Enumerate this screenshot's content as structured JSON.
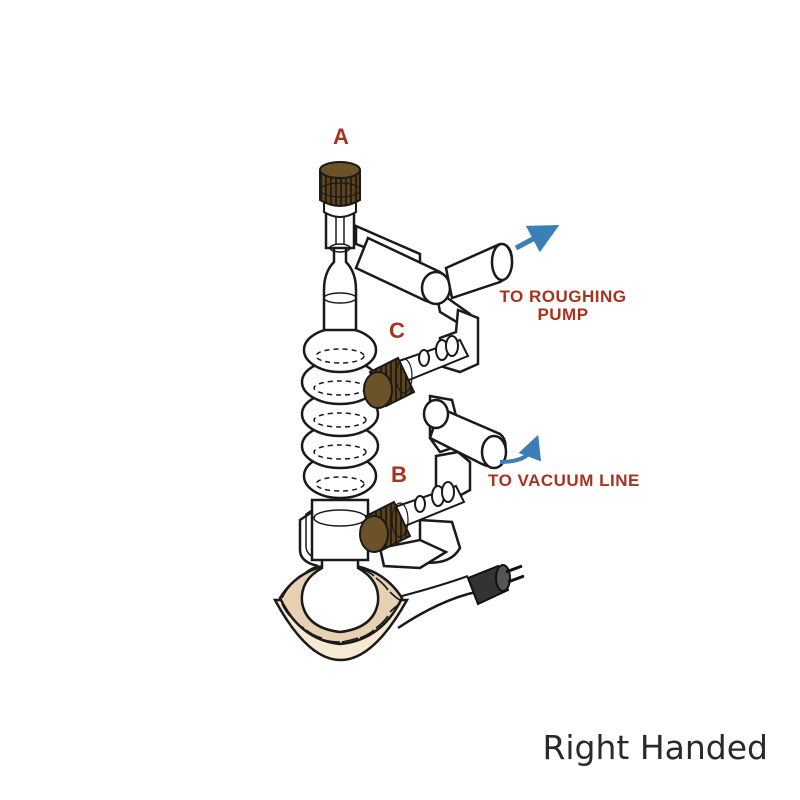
{
  "labels": {
    "a": "A",
    "b": "B",
    "c": "C",
    "roughing_line1": "TO ROUGHING",
    "roughing_line2": "PUMP",
    "vacuum": "TO VACUUM LINE"
  },
  "caption": "Right Handed",
  "colors": {
    "label": "#a8321e",
    "knob": "#5a4420",
    "arrow": "#3b7fb5",
    "mantle": "#e6d2b3"
  },
  "icons": [
    "knob-icon",
    "arrow-icon",
    "plug-icon"
  ]
}
